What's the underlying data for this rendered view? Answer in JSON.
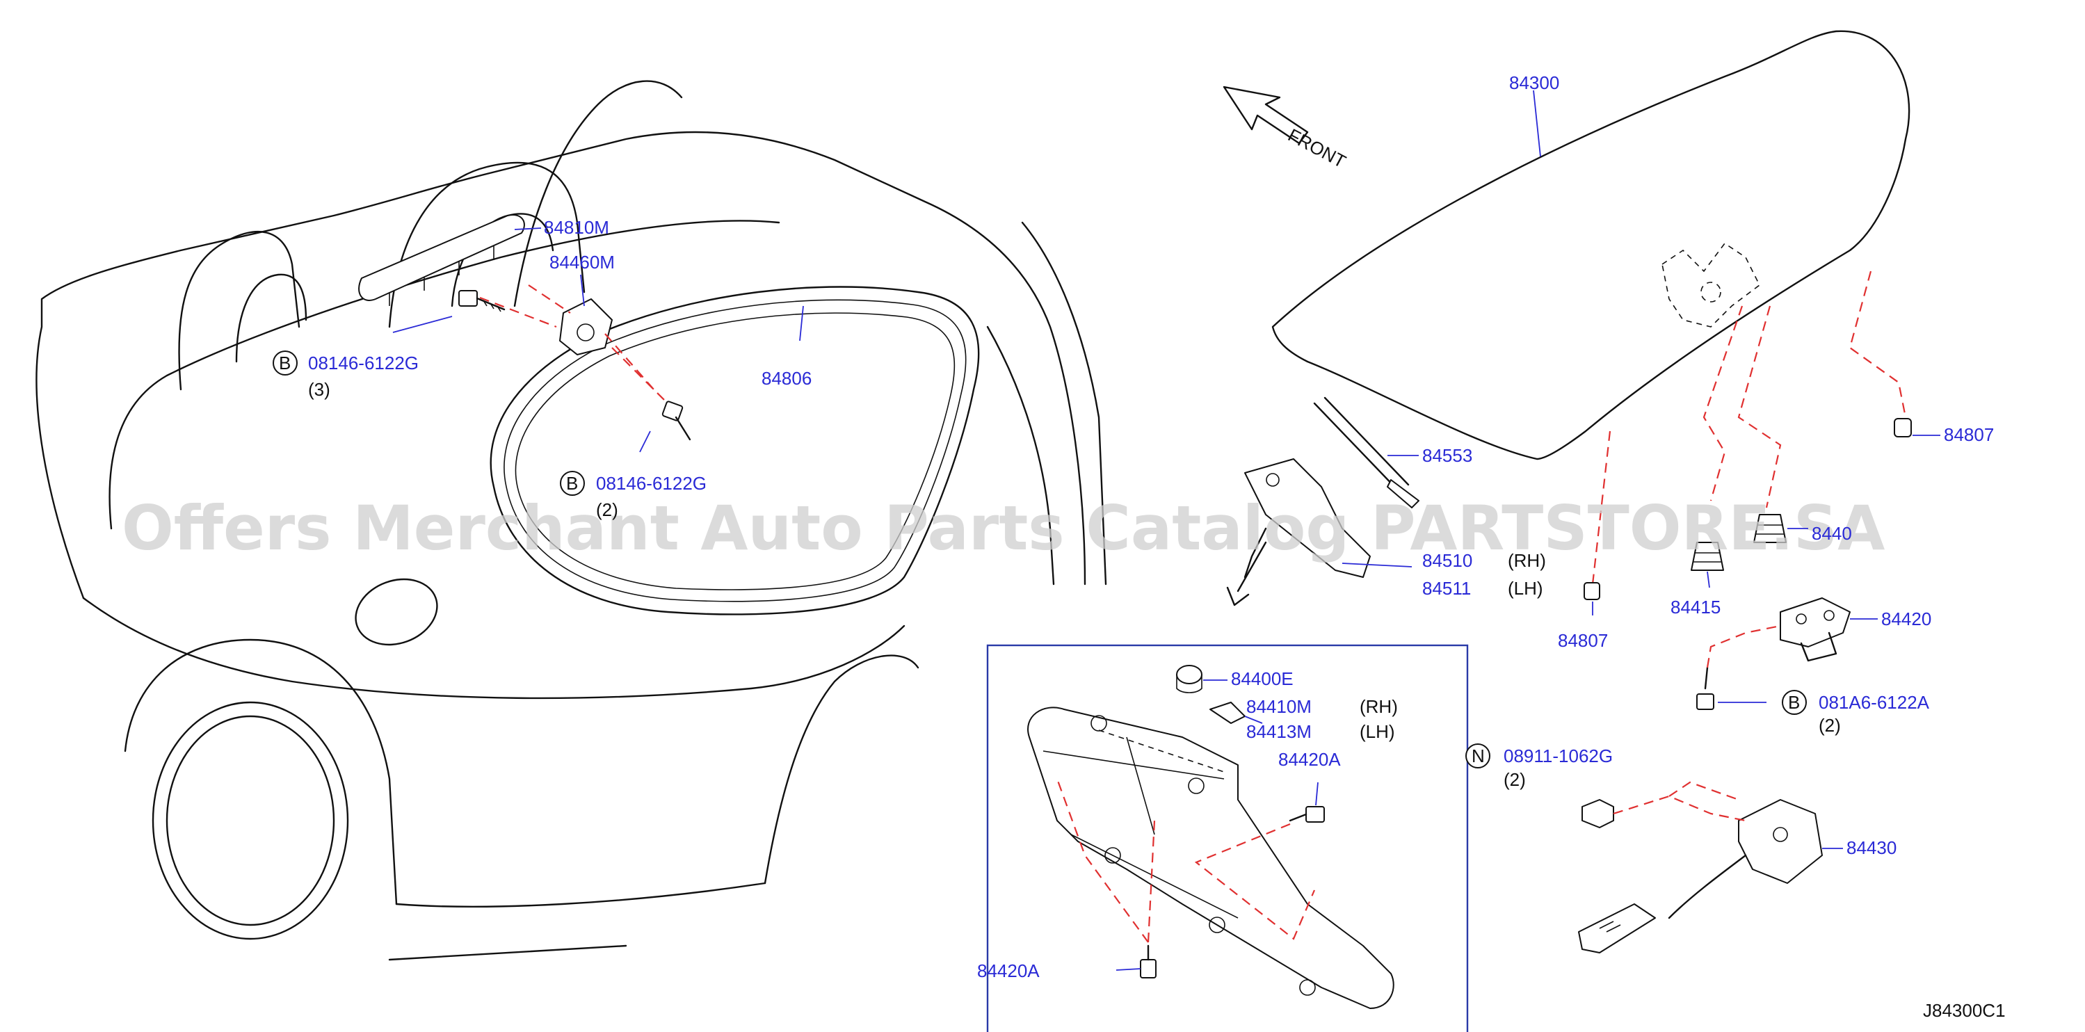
{
  "watermark": "Offers Merchant Auto Parts Catalog PARTSTORE.SA",
  "diagram_id": "J84300C1",
  "front_label": "FRONT",
  "parts": {
    "p84300": "84300",
    "p84810M": "84810M",
    "p84460M": "84460M",
    "p84806": "84806",
    "p84553": "84553",
    "p84807a": "84807",
    "p84807b": "84807",
    "p84510": "84510",
    "p84511": "84511",
    "p84415": "84415",
    "p84420": "84420",
    "p8440x": "8440",
    "p84430": "84430",
    "p84400E": "84400E",
    "p84410M": "84410M",
    "p84413M": "84413M",
    "p84420A_top": "84420A",
    "p84420A_bottom": "84420A"
  },
  "fasteners": {
    "f1": {
      "symbol": "B",
      "number": "08146-6122G",
      "qty": "(3)"
    },
    "f2": {
      "symbol": "B",
      "number": "08146-6122G",
      "qty": "(2)"
    },
    "f3": {
      "symbol": "B",
      "number": "081A6-6122A",
      "qty": "(2)"
    },
    "f4": {
      "symbol": "N",
      "number": "08911-1062G",
      "qty": "(2)"
    }
  },
  "sides": {
    "rh": "(RH)",
    "lh": "(LH)"
  },
  "colors": {
    "label": "#2a2ad6",
    "dashed_guide": "#e03030",
    "line": "#111111",
    "inset_border": "#2a3aa8"
  }
}
